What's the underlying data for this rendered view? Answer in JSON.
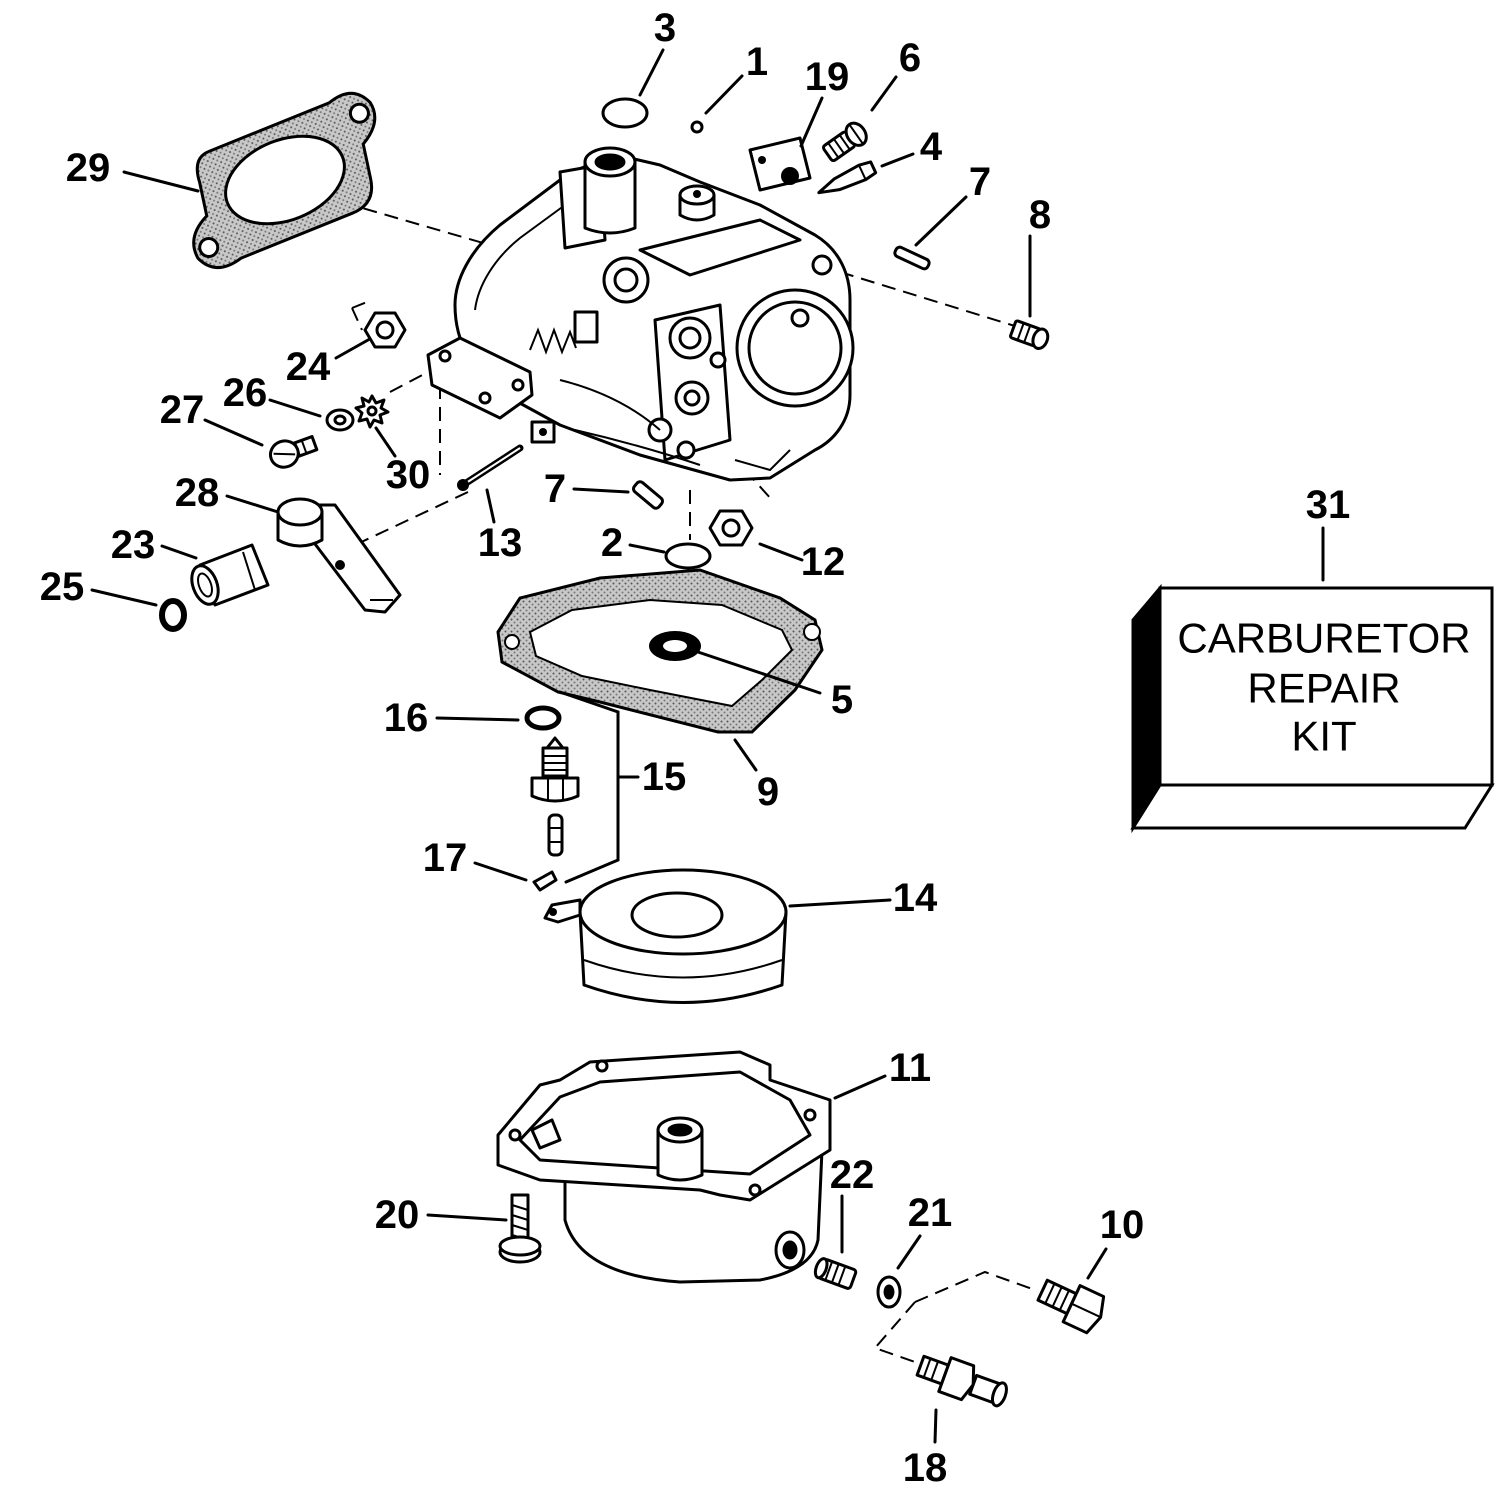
{
  "callouts": {
    "p1": "1",
    "p2": "2",
    "p3": "3",
    "p4": "4",
    "p5": "5",
    "p6": "6",
    "p7a": "7",
    "p7b": "7",
    "p8": "8",
    "p9": "9",
    "p10": "10",
    "p11": "11",
    "p12": "12",
    "p13": "13",
    "p14": "14",
    "p15": "15",
    "p16": "16",
    "p17": "17",
    "p18": "18",
    "p19": "19",
    "p20": "20",
    "p21": "21",
    "p22": "22",
    "p23": "23",
    "p24": "24",
    "p25": "25",
    "p26": "26",
    "p27": "27",
    "p28": "28",
    "p29": "29",
    "p30": "30",
    "p31": "31"
  },
  "repair_kit": {
    "line1": "CARBURETOR",
    "line2": "REPAIR",
    "line3": "KIT"
  }
}
